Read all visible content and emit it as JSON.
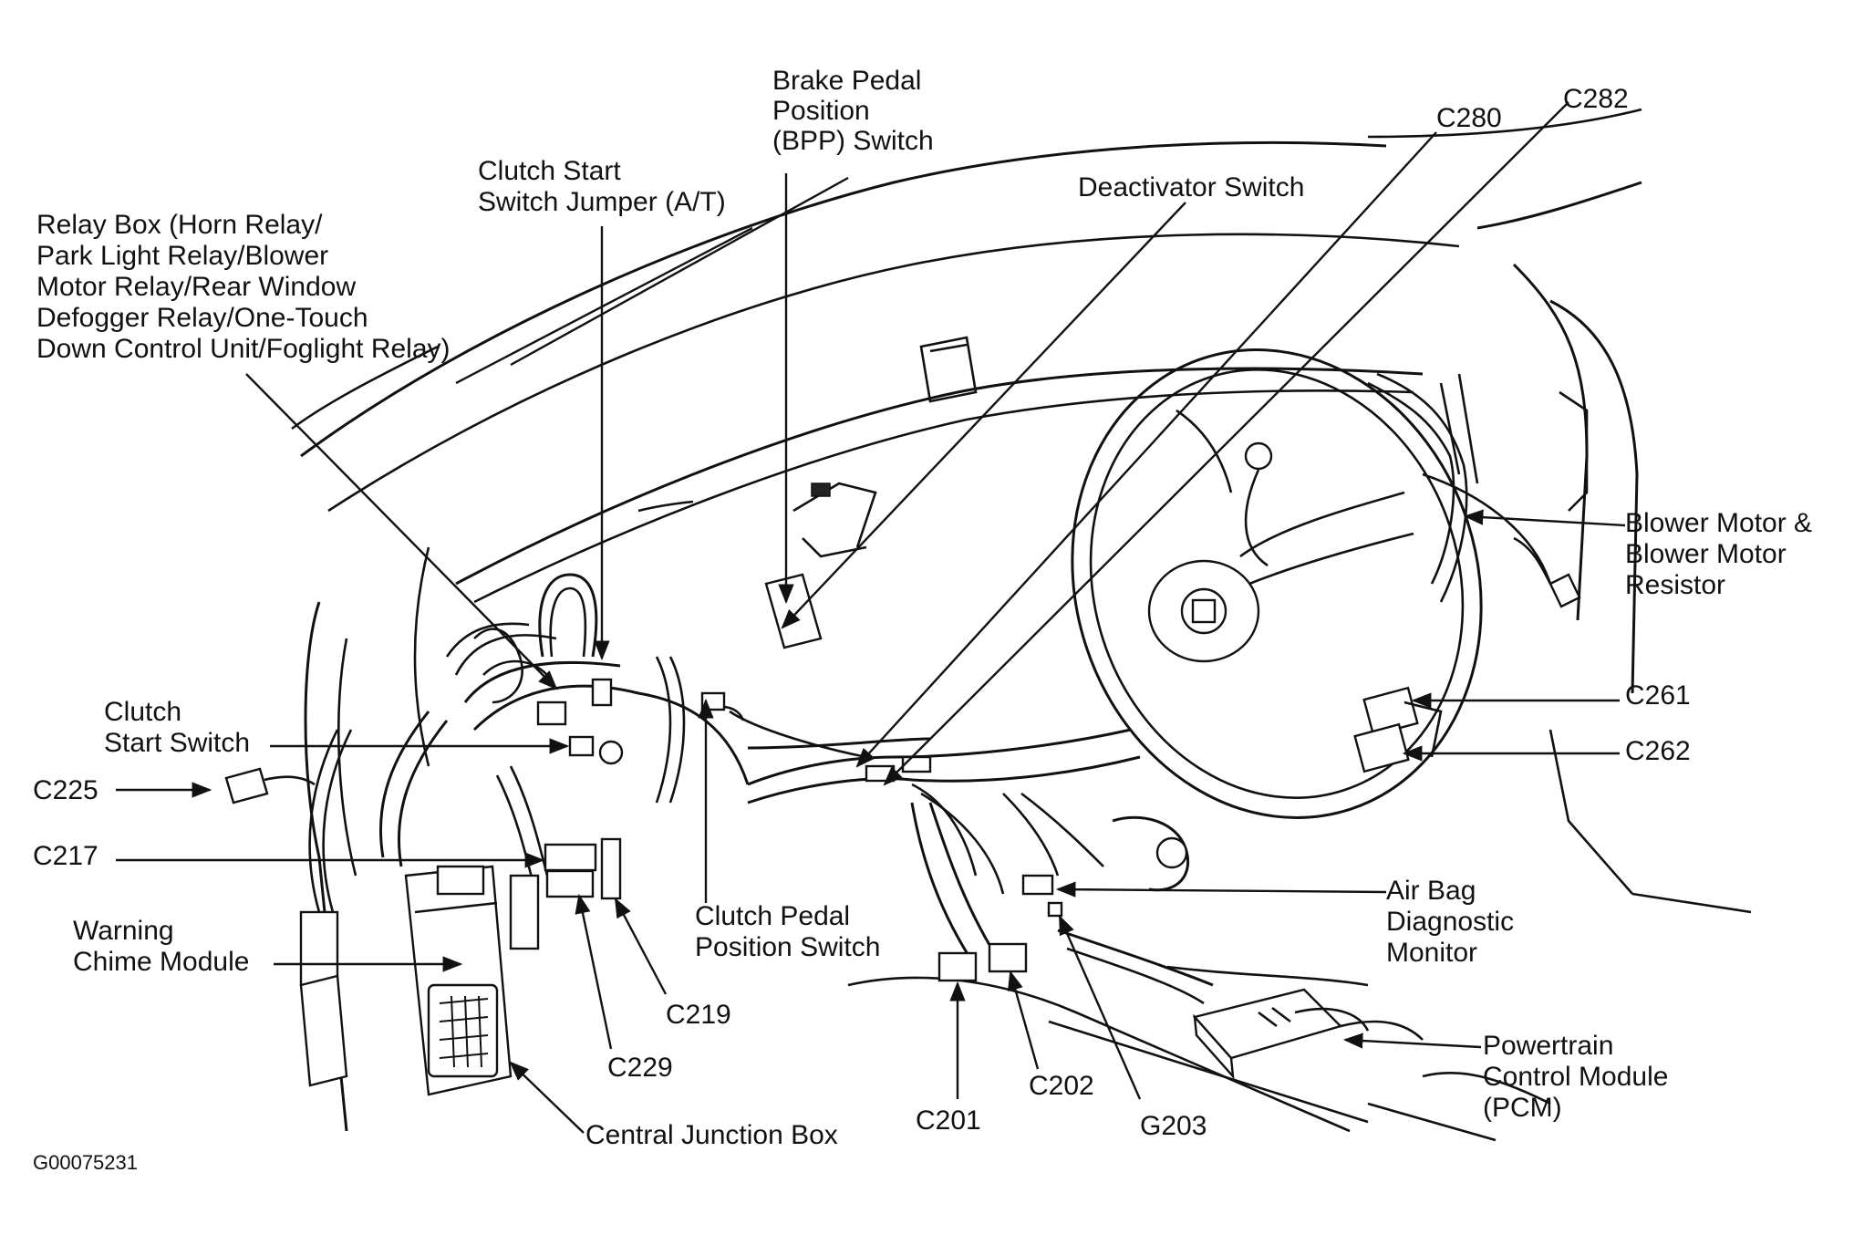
{
  "figure_id": "G00075231",
  "labels": {
    "brake_pedal": [
      "Brake Pedal",
      "Position",
      "(BPP) Switch"
    ],
    "clutch_jumper": [
      "Clutch Start",
      "Switch Jumper (A/T)"
    ],
    "relay_box": [
      "Relay Box (Horn Relay/",
      "Park Light Relay/Blower",
      "Motor Relay/Rear Window",
      "Defogger Relay/One-Touch",
      "Down Control Unit/Foglight Relay)"
    ],
    "deactivator": "Deactivator Switch",
    "c280": "C280",
    "c282": "C282",
    "blower": [
      "Blower Motor &",
      "Blower Motor",
      "Resistor"
    ],
    "c261": "C261",
    "c262": "C262",
    "clutch_start": [
      "Clutch",
      "Start Switch"
    ],
    "c225": "C225",
    "c217": "C217",
    "warning_chime": [
      "Warning",
      "Chime Module"
    ],
    "clutch_pedal": [
      "Clutch Pedal",
      "Position Switch"
    ],
    "c219": "C219",
    "c229": "C229",
    "central_junction": "Central Junction Box",
    "air_bag": [
      "Air Bag",
      "Diagnostic",
      "Monitor"
    ],
    "pcm": [
      "Powertrain",
      "Control Module",
      "(PCM)"
    ],
    "c201": "C201",
    "c202": "C202",
    "g203": "G203"
  }
}
